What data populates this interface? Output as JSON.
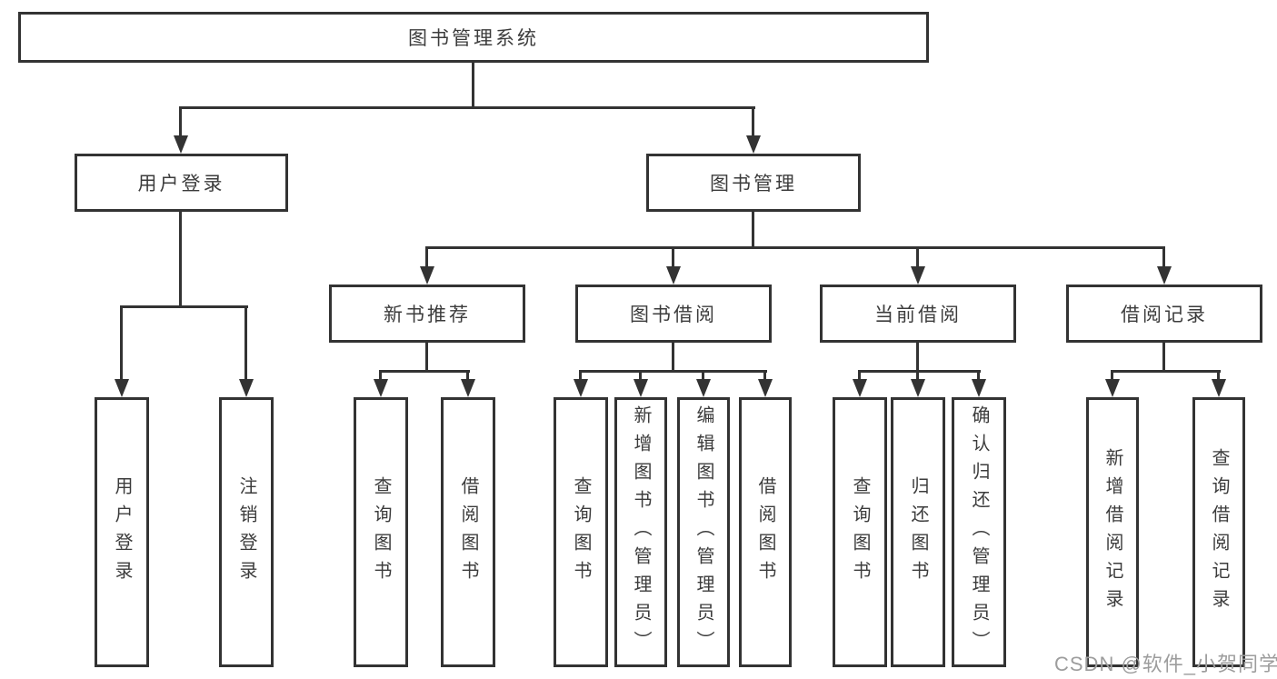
{
  "diagram": {
    "title": "图书管理系统",
    "root": {
      "label": "图书管理系统"
    },
    "level1": [
      {
        "id": "user-login",
        "label": "用户登录"
      },
      {
        "id": "book-management",
        "label": "图书管理"
      }
    ],
    "level2": [
      {
        "id": "new-book-recommend",
        "label": "新书推荐",
        "parent": "图书管理"
      },
      {
        "id": "book-borrow",
        "label": "图书借阅",
        "parent": "图书管理"
      },
      {
        "id": "current-borrow",
        "label": "当前借阅",
        "parent": "图书管理"
      },
      {
        "id": "borrow-records",
        "label": "借阅记录",
        "parent": "图书管理"
      }
    ],
    "leaves": [
      {
        "label": "用户登录",
        "parent": "用户登录"
      },
      {
        "label": "注销登录",
        "parent": "用户登录"
      },
      {
        "label": "查询图书",
        "parent": "新书推荐"
      },
      {
        "label": "借阅图书",
        "parent": "新书推荐"
      },
      {
        "label": "查询图书",
        "parent": "图书借阅"
      },
      {
        "label": "新增图书（管理员）",
        "parent": "图书借阅"
      },
      {
        "label": "编辑图书（管理员）",
        "parent": "图书借阅"
      },
      {
        "label": "借阅图书",
        "parent": "图书借阅"
      },
      {
        "label": "查询图书",
        "parent": "当前借阅"
      },
      {
        "label": "归还图书",
        "parent": "当前借阅"
      },
      {
        "label": "确认归还（管理员）",
        "parent": "当前借阅"
      },
      {
        "label": "新增借阅记录",
        "parent": "借阅记录"
      },
      {
        "label": "查询借阅记录",
        "parent": "借阅记录"
      }
    ]
  },
  "watermark": {
    "text": "CSDN @软件_小贺同学",
    "color": "#9d9d9d"
  },
  "colors": {
    "line": "#333333",
    "text": "#3c3c3c",
    "background": "#ffffff"
  }
}
